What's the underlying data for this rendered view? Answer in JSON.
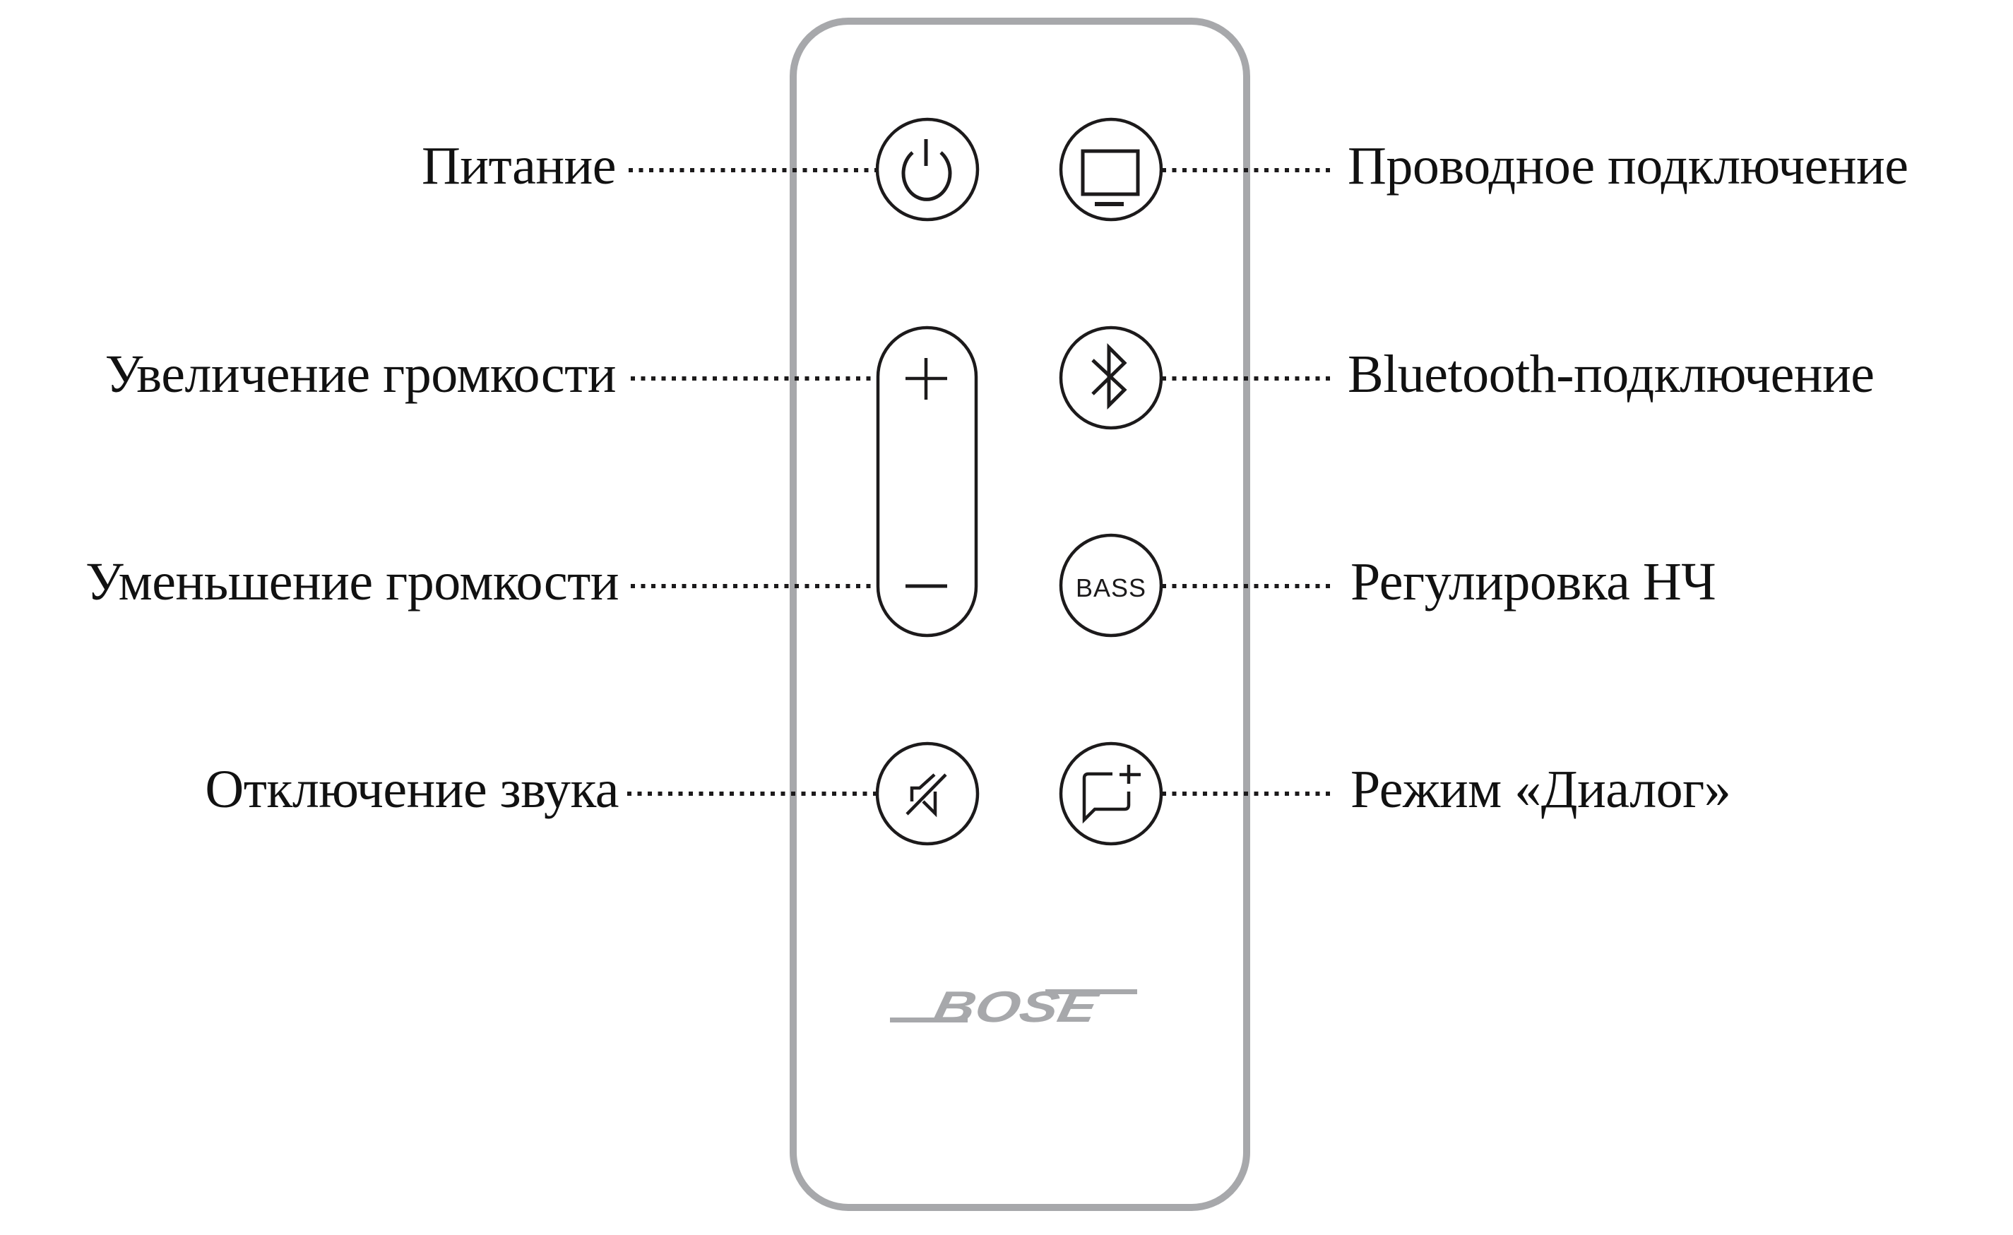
{
  "figure": {
    "brand": "BOSE",
    "colors": {
      "outline": "#a7a8ab",
      "icon_stroke": "#1c1a1b",
      "logo": "#a7a8ab",
      "text": "#111111",
      "background": "#ffffff"
    }
  },
  "buttons": {
    "power": {
      "icon": "power-icon"
    },
    "tv": {
      "icon": "tv-icon"
    },
    "volume_up": {
      "icon": "plus-icon"
    },
    "volume_down": {
      "icon": "minus-icon"
    },
    "bluetooth": {
      "icon": "bluetooth-icon"
    },
    "bass": {
      "icon": "bass-text",
      "text": "BASS"
    },
    "mute": {
      "icon": "mute-icon"
    },
    "dialogue": {
      "icon": "dialogue-plus-icon"
    }
  },
  "labels": {
    "left": [
      {
        "id": "power",
        "text": "Питание"
      },
      {
        "id": "volume_up",
        "text": "Увеличение громкости"
      },
      {
        "id": "volume_down",
        "text": "Уменьшение громкости"
      },
      {
        "id": "mute",
        "text": "Отключение звука"
      }
    ],
    "right": [
      {
        "id": "tv",
        "text": "Проводное подключение"
      },
      {
        "id": "bluetooth",
        "text": "Bluetooth-подключение"
      },
      {
        "id": "bass",
        "text": "Регулировка НЧ"
      },
      {
        "id": "dialogue",
        "text": "Режим «Диалог»"
      }
    ]
  }
}
